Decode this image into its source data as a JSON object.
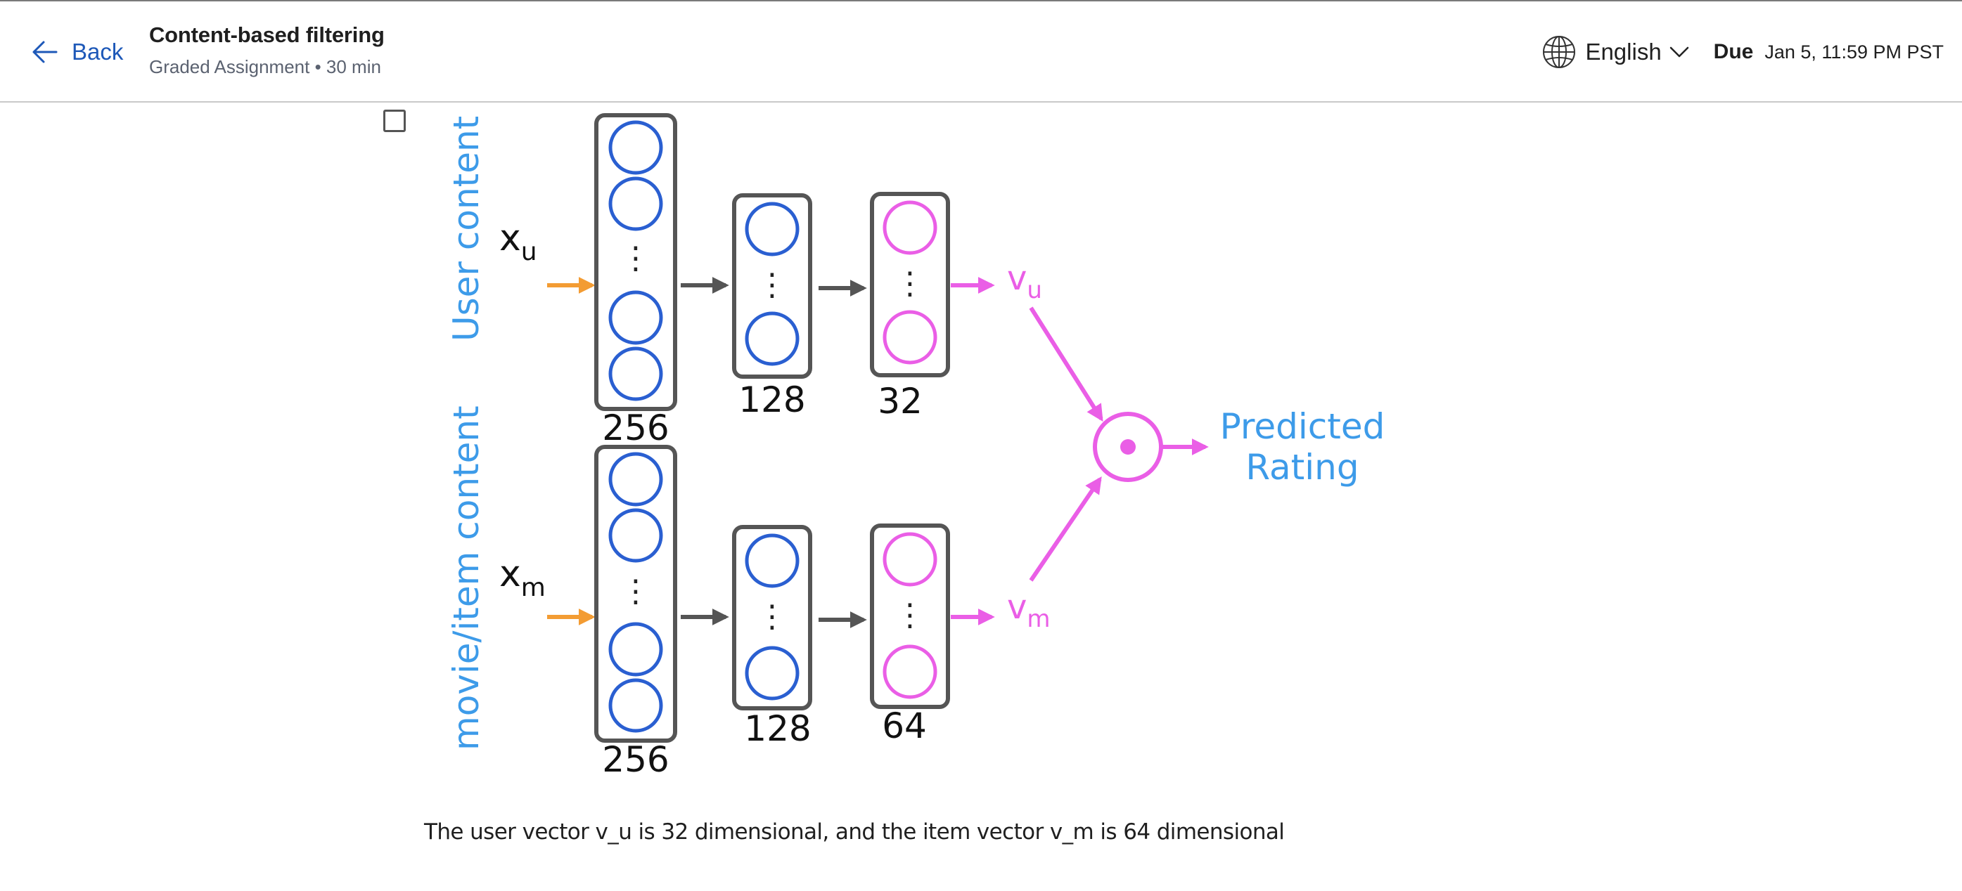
{
  "header": {
    "back_label": "Back",
    "title": "Content-based filtering",
    "subtitle": "Graded Assignment • 30 min",
    "language": "English",
    "due_label": "Due",
    "due_date": "Jan 5, 11:59 PM PST"
  },
  "diagram": {
    "user_label": "User content",
    "item_label": "movie/item content",
    "xu_base": "x",
    "xu_sub": "u",
    "xm_base": "x",
    "xm_sub": "m",
    "vu_base": "v",
    "vu_sub": "u",
    "vm_base": "v",
    "vm_sub": "m",
    "predicted_line1": "Predicted",
    "predicted_line2": "Rating",
    "user_layers": [
      "256",
      "128",
      "32"
    ],
    "item_layers": [
      "256",
      "128",
      "64"
    ],
    "ellipsis": "⋮",
    "colors": {
      "blue_text": "#3d9be9",
      "blue_node": "#2a5fd1",
      "pink": "#ea5ee6",
      "orange": "#f39c33",
      "gray": "#555555"
    }
  },
  "caption": "The user vector v_u is 32 dimensional, and the item vector v_m is 64 dimensional"
}
